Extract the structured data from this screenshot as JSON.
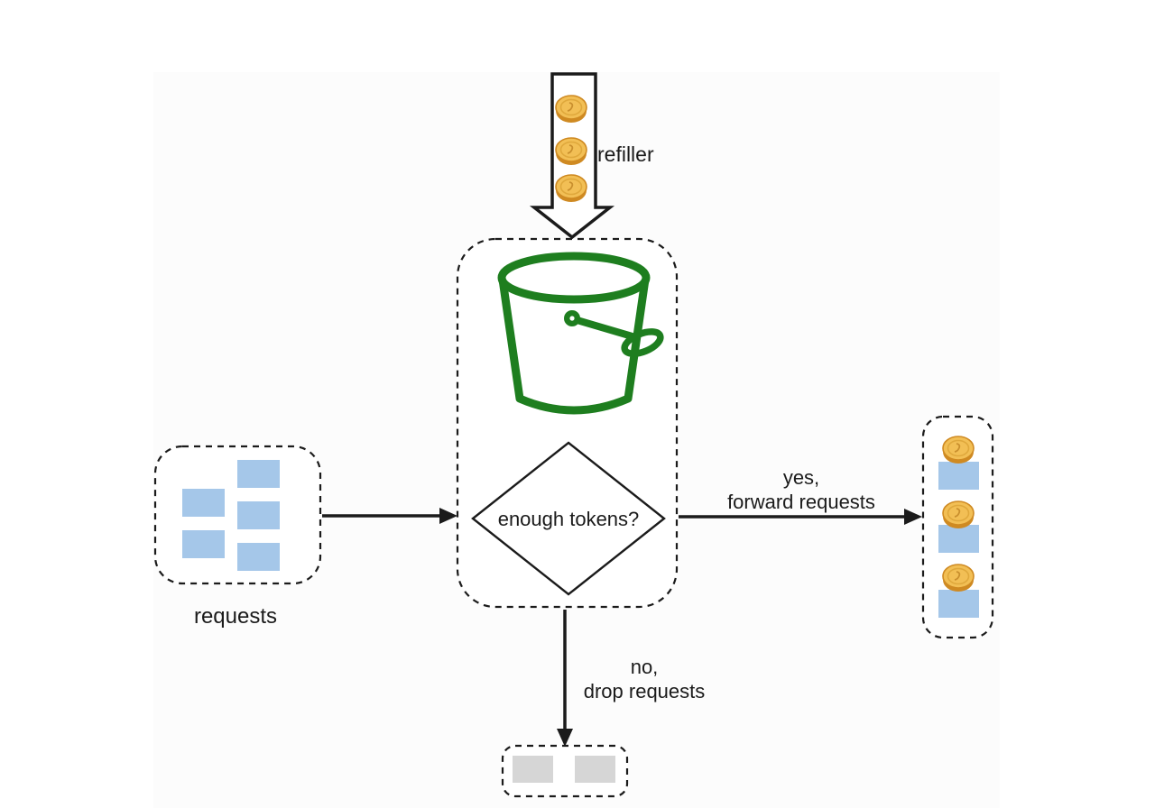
{
  "background": {
    "page": "#ffffff",
    "diagram": "#fcfcfc"
  },
  "colors": {
    "line": "#1b1b1b",
    "bucket": "#1e7e1f",
    "coin_face": "#f2bf55",
    "coin_rim": "#cf8a22",
    "request_blue": "#a5c7e9",
    "dropped_gray": "#d6d6d6"
  },
  "labels": {
    "refiller": "refiller",
    "requests": "requests",
    "decision": "enough tokens?",
    "yes": {
      "line1": "yes,",
      "line2": "forward requests"
    },
    "no": {
      "line1": "no,",
      "line2": "drop requests"
    }
  },
  "counts": {
    "refiller_tokens": 3,
    "incoming_requests": 5,
    "forwarded_tokens": 3,
    "forwarded_requests": 3,
    "dropped_requests": 2
  },
  "icons": {
    "coin": "token-coin-icon",
    "bucket": "bucket-icon",
    "refill_arrow": "refiller-arrow-icon",
    "request_square": "request-square-icon",
    "dropped_square": "dropped-request-square-icon"
  }
}
